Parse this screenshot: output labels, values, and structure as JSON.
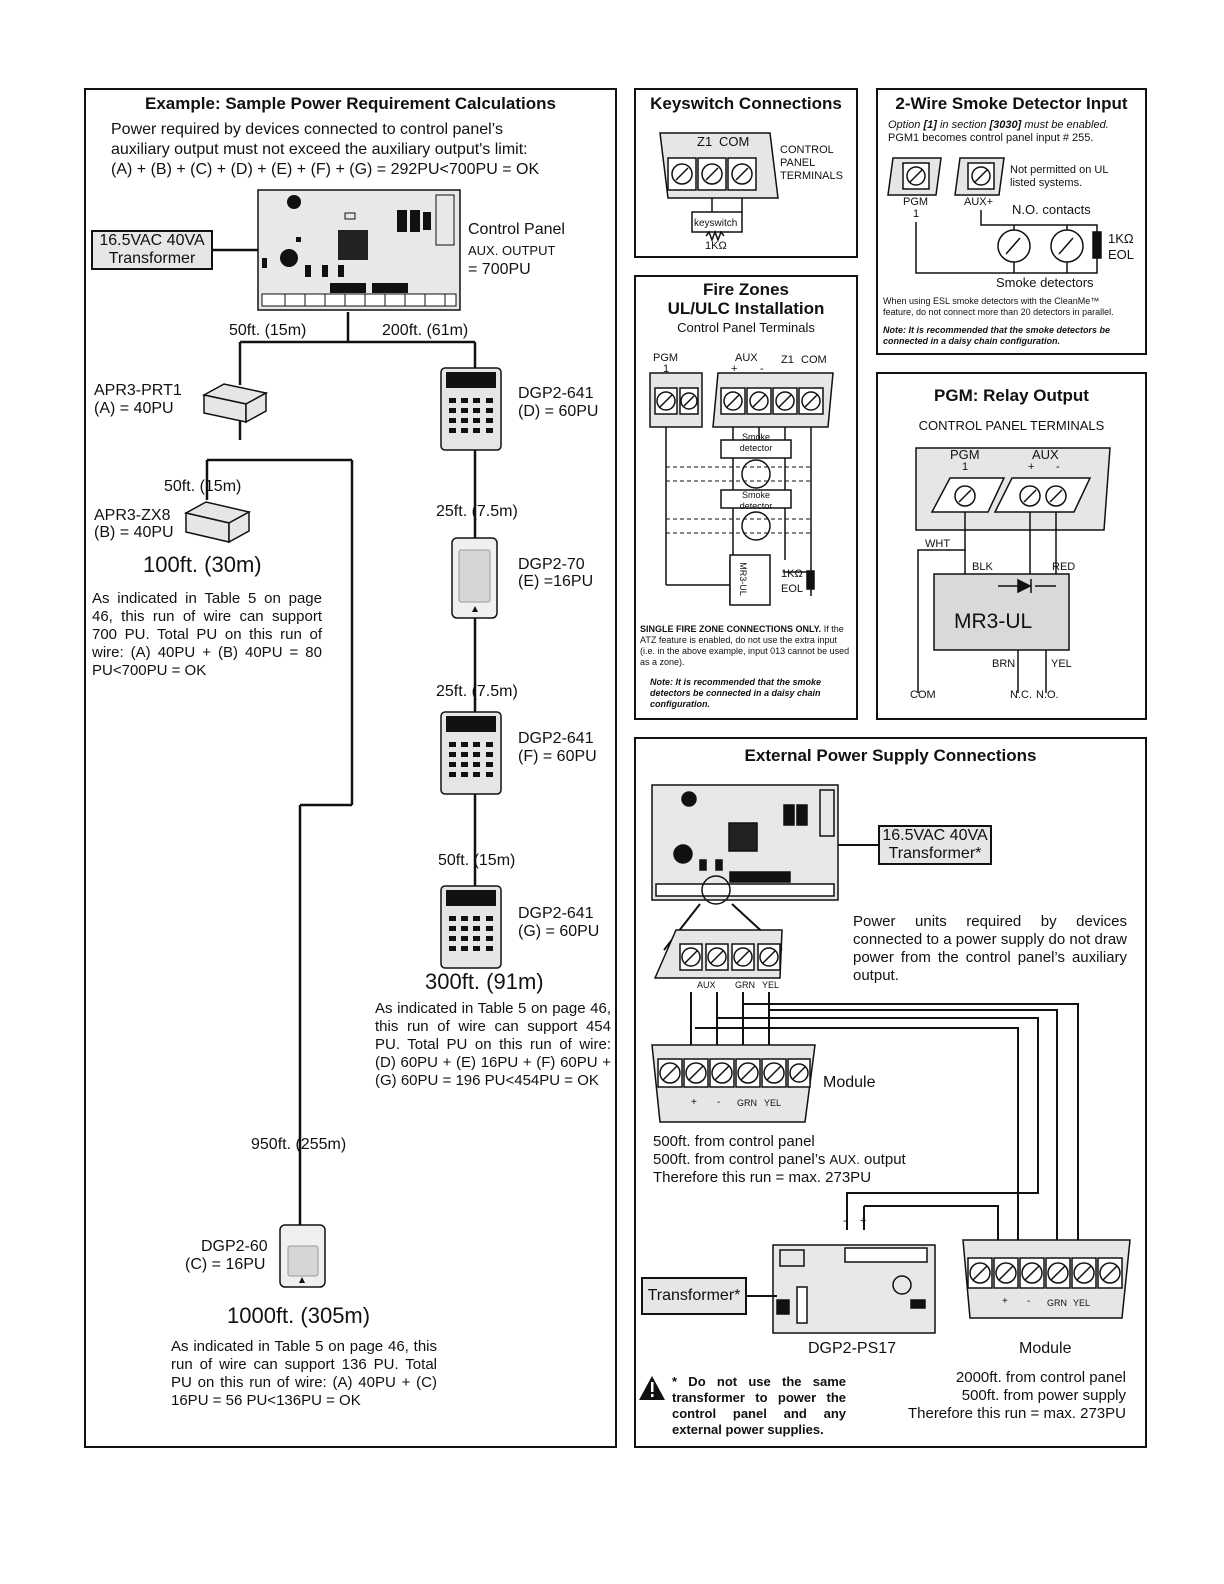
{
  "sample": {
    "title": "Example: Sample Power Requirement Calculations",
    "intro_line1": "Power required by devices connected to control panel’s",
    "intro_line2": "auxiliary output must not exceed the auxiliary output's limit:",
    "intro_line3": "(A) + (B) + (C) + (D) + (E) + (F) + (G) = 292PU<700PU = OK",
    "transformer_l1": "16.5VAC 40VA",
    "transformer_l2": "Transformer",
    "cp_label": "Control Panel",
    "cp_aux": "AUX. OUTPUT",
    "cp_pu": "= 700PU",
    "run_left": "50ft. (15m)",
    "run_right": "200ft. (61m)",
    "prt1_name": "APR3-PRT1",
    "prt1_pu": "(A) = 40PU",
    "zx8_run": "50ft. (15m)",
    "zx8_name": "APR3-ZX8",
    "zx8_pu": "(B) = 40PU",
    "run100": "100ft. (30m)",
    "note100": "As indicated in Table 5 on page 46, this run of wire can support 700 PU. Total PU on this run of wire: (A) 40PU + (B) 40PU = 80 PU<700PU = OK",
    "d_name": "DGP2-641",
    "d_pu": "(D) = 60PU",
    "run25a": "25ft. (7.5m)",
    "e_name": "DGP2-70",
    "e_pu": "(E) =16PU",
    "run25b": "25ft. (7.5m)",
    "f_name": "DGP2-641",
    "f_pu": "(F) = 60PU",
    "run50": "50ft. (15m)",
    "g_name": "DGP2-641",
    "g_pu": "(G) = 60PU",
    "run300": "300ft. (91m)",
    "note300": "As indicated in Table 5 on page 46, this run of wire can support 454 PU. Total PU on this run of wire: (D) 60PU + (E) 16PU + (F) 60PU + (G) 60PU  = 196 PU<454PU = OK",
    "run950": "950ft. (255m)",
    "c_name": "DGP2-60",
    "c_pu": "(C) = 16PU",
    "run1000": "1000ft. (305m)",
    "note1000": "As indicated in Table 5 on page 46, this run of wire can support 136 PU. Total PU on this run of wire: (A) 40PU + (C) 16PU = 56 PU<136PU = OK"
  },
  "keyswitch": {
    "title": "Keyswitch Connections",
    "z1": "Z1",
    "com": "COM",
    "cpt_l1": "CONTROL",
    "cpt_l2": "PANEL",
    "cpt_l3": "TERMINALS",
    "ks": "keyswitch",
    "res": "1KΩ"
  },
  "smoke": {
    "title": "2-Wire Smoke Detector Input",
    "opt_pre": "Option ",
    "opt_num": "[1]",
    "opt_mid": " in section ",
    "opt_sec": "[3030]",
    "opt_post": " must be enabled.",
    "opt_line2": "PGM1 becomes control panel input # 255.",
    "notperm_l1": "Not permitted on UL",
    "notperm_l2": "listed systems.",
    "pgm": "PGM",
    "one": "1",
    "aux": "AUX+",
    "no_contacts": "N.O. contacts",
    "eol_l1": "1KΩ",
    "eol_l2": "EOL",
    "detectors": "Smoke detectors",
    "esl_l1": "When using ESL smoke detectors with the CleanMe™",
    "esl_l2": "feature, do not connect more than 20 detectors in parallel.",
    "note_l1": "Note: It is recommended that the smoke detectors be",
    "note_l2": "connected in a daisy chain configuration."
  },
  "fire": {
    "title_l1": "Fire Zones",
    "title_l2": "UL/ULC Installation",
    "sub": "Control Panel Terminals",
    "pgm": "PGM",
    "one": "1",
    "aux": "AUX",
    "plus": "+",
    "minus": "-",
    "z1": "Z1",
    "com": "COM",
    "smoke1": "Smoke detector",
    "smoke2": "Smoke detector",
    "mr3": "MR3-UL",
    "res_l1": "1KΩ",
    "res_l2": "EOL",
    "single_bold": "SINGLE FIRE ZONE CONNECTIONS ONLY.",
    "single_rest": " If the ATZ feature is enabled, do not use the extra input (i.e. in the above example, input 013 cannot be used as a zone).",
    "note": "Note: It is recommended that the smoke detectors be connected in a daisy chain configuration."
  },
  "pgm_relay": {
    "title": "PGM: Relay Output",
    "sub": "CONTROL PANEL TERMINALS",
    "pgm": "PGM",
    "one": "1",
    "aux": "AUX",
    "plus": "+",
    "minus": "-",
    "wht": "WHT",
    "blk": "BLK",
    "red": "RED",
    "mr3": "MR3-UL",
    "brn": "BRN",
    "yel": "YEL",
    "com": "COM",
    "nc": "N.C.",
    "no": "N.O."
  },
  "external": {
    "title": "External Power Supply Connections",
    "transformer_l1": "16.5VAC 40VA",
    "transformer_l2": "Transformer*",
    "pu_note": "Power units required by devices connected to a power supply do not draw power from the control panel’s auxiliary output.",
    "aux": "AUX",
    "grn": "GRN",
    "yel": "YEL",
    "module": "Module",
    "plus": "+",
    "minus": "-",
    "run1_l1": "500ft. from control panel",
    "run1_l2a": "500ft. from control panel’s ",
    "run1_l2b": "AUX.",
    "run1_l2c": " output",
    "run1_l3": "Therefore this run = max. 273PU",
    "transformer2": "Transformer*",
    "ps17": "DGP2-PS17",
    "module2": "Module",
    "run2_l1": "2000ft. from control panel",
    "run2_l2": "500ft. from power supply",
    "run2_l3": "Therefore this run = max. 273PU",
    "warning": "* Do not use the same transformer to power the control panel and any external power supplies."
  }
}
